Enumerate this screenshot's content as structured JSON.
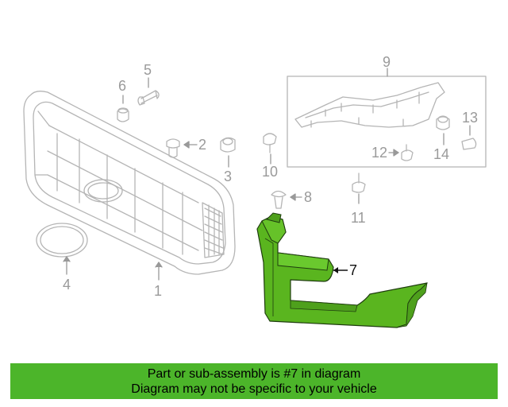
{
  "callouts": {
    "c1": "1",
    "c2": "2",
    "c3": "3",
    "c4": "4",
    "c5": "5",
    "c6": "6",
    "c7": "7",
    "c8": "8",
    "c9": "9",
    "c10": "10",
    "c11": "11",
    "c12": "12",
    "c13": "13",
    "c14": "14"
  },
  "banner": {
    "line1": "Part or sub-assembly is #7 in diagram",
    "line2": "Diagram may not be specific to your vehicle"
  },
  "colors": {
    "highlight": "#5ab51f",
    "banner": "#4cb52a",
    "line_art": "#b0b0b0"
  }
}
